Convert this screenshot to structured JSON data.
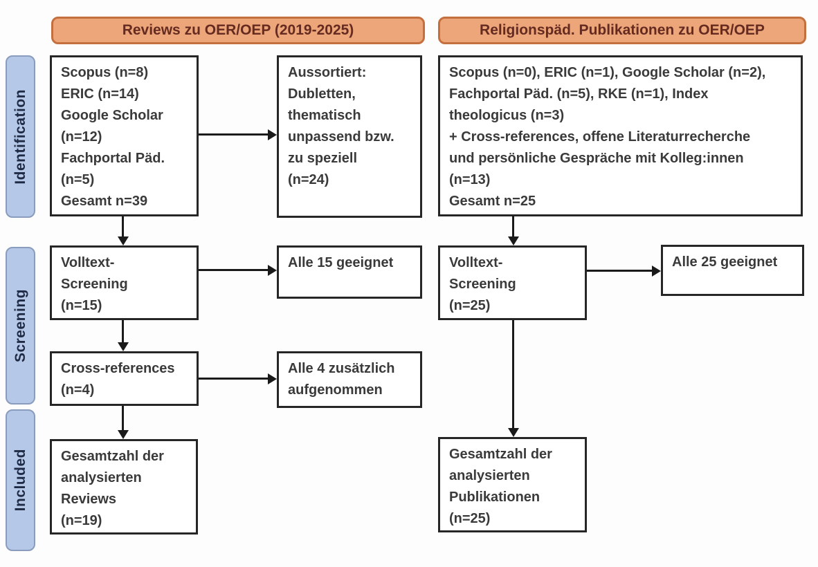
{
  "headers": {
    "left": "Reviews zu OER/OEP (2019-2025)",
    "right": "Religionspäd. Publikationen zu OER/OEP"
  },
  "stages": {
    "identification": "Identification",
    "screening": "Screening",
    "included": "Included"
  },
  "left": {
    "sources": "Scopus (n=8)\nERIC (n=14)\nGoogle Scholar\n(n=12)\nFachportal Päd.\n(n=5)\nGesamt n=39",
    "excluded": "Aussortiert:\nDubletten,\nthematisch\nunpassend bzw.\nzu speziell\n(n=24)",
    "fulltext": "Volltext-\nScreening\n(n=15)",
    "fulltext_result": "Alle 15 geeignet",
    "crossref": "Cross-references\n(n=4)",
    "crossref_result": "Alle 4 zusätzlich\naufgenommen",
    "total": "Gesamtzahl der\nanalysierten\nReviews\n(n=19)"
  },
  "right": {
    "sources": "Scopus (n=0), ERIC (n=1), Google Scholar (n=2),\nFachportal Päd. (n=5), RKE (n=1), Index\ntheologicus (n=3)\n+ Cross-references, offene Literaturrecherche\nund persönliche Gespräche mit Kolleg:innen\n(n=13)\nGesamt n=25",
    "fulltext": "Volltext-\nScreening\n(n=25)",
    "fulltext_result": "Alle 25 geeignet",
    "total": "Gesamtzahl der\nanalysierten\nPublikationen\n(n=25)"
  },
  "colors": {
    "header_fill": "#EDA57A",
    "header_border": "#C4703E",
    "header_text": "#652B20",
    "stage_fill": "#B5C8E8",
    "stage_border": "#8A9CBD",
    "stage_text": "#1F2A44",
    "box_border": "#262626",
    "box_text": "#3A3A3A",
    "arrow": "#1A1A1A",
    "background": "#FFFFFF"
  }
}
